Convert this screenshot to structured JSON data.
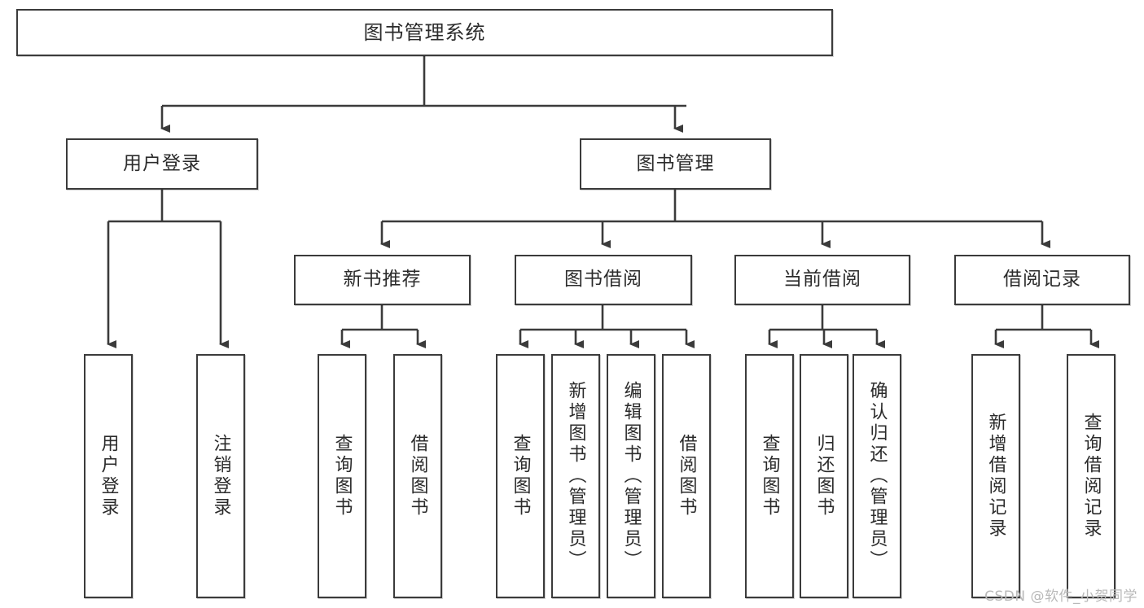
{
  "diagram": {
    "title_node": {
      "label": "图书管理系统"
    },
    "level2": [
      {
        "label": "用户登录"
      },
      {
        "label": "图书管理"
      }
    ],
    "level3": [
      {
        "label": "新书推荐"
      },
      {
        "label": "图书借阅"
      },
      {
        "label": "当前借阅"
      },
      {
        "label": "借阅记录"
      }
    ],
    "leaves": {
      "user_login": [
        {
          "label": "用户登录"
        },
        {
          "label": "注销登录"
        }
      ],
      "new_book_recommend": [
        {
          "label": "查询图书"
        },
        {
          "label": "借阅图书"
        }
      ],
      "book_borrow": [
        {
          "label": "查询图书"
        },
        {
          "label": "新增图书（管理员）"
        },
        {
          "label": "编辑图书（管理员）"
        },
        {
          "label": "借阅图书"
        }
      ],
      "current_borrow": [
        {
          "label": "查询图书"
        },
        {
          "label": "归还图书"
        },
        {
          "label": "确认归还（管理员）"
        }
      ],
      "borrow_record": [
        {
          "label": "新增借阅记录"
        },
        {
          "label": "查询借阅记录"
        }
      ]
    }
  },
  "watermark": {
    "text": "CSDN @软件_小贺同学"
  },
  "colors": {
    "stroke": "#3b3b3b",
    "text": "#2b2b2b",
    "background": "#ffffff",
    "watermark": "#b9b9b9"
  }
}
